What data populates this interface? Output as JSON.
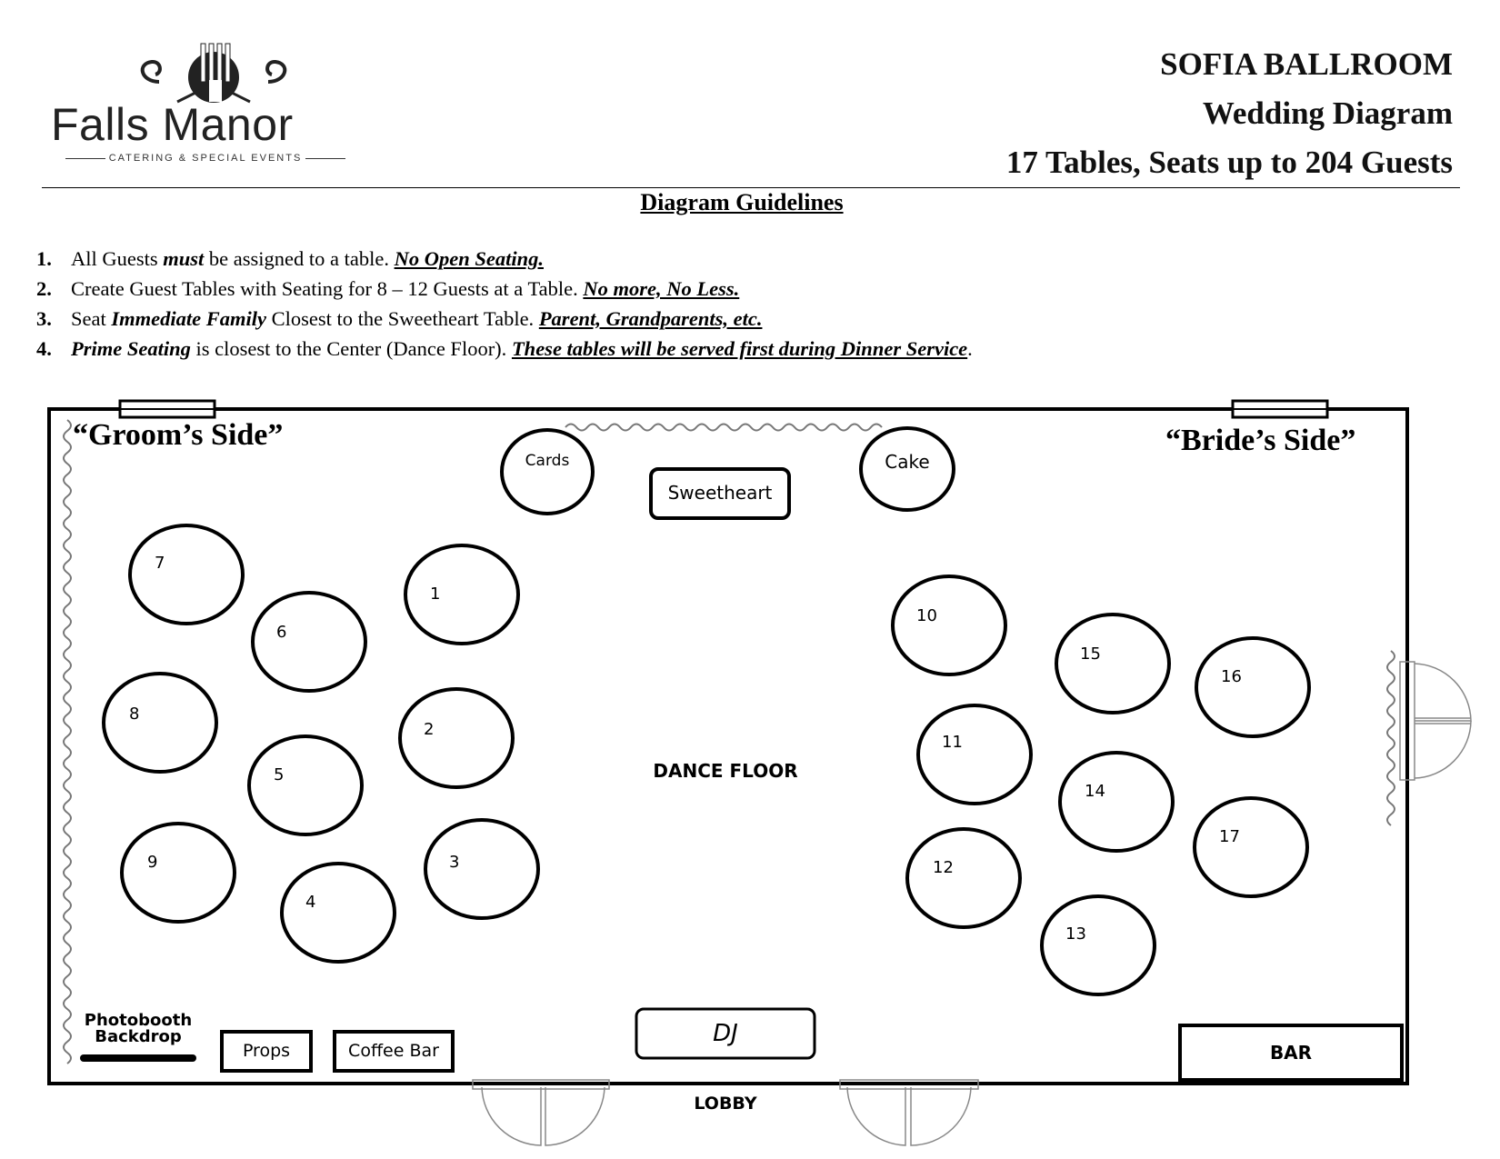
{
  "logo": {
    "name": "Falls Manor",
    "tagline": "CATERING & SPECIAL EVENTS"
  },
  "header": {
    "venue": "SOFIA BALLROOM",
    "subtitle": "Wedding Diagram",
    "capacity": "17 Tables, Seats up to 204 Guests"
  },
  "guidelines": {
    "heading": "Diagram Guidelines",
    "items": [
      {
        "num": "1.",
        "parts": [
          "All Guests ",
          "must",
          " be assigned to a table. ",
          "No Open Seating."
        ]
      },
      {
        "num": "2.",
        "parts": [
          "Create Guest Tables with Seating for 8 – 12 Guests at a Table. ",
          "No more, No Less."
        ]
      },
      {
        "num": "3.",
        "parts": [
          "Seat ",
          "Immediate Family",
          " Closest to the Sweetheart Table. ",
          "Parent, Grandparents, etc."
        ]
      },
      {
        "num": "4.",
        "parts": [
          "",
          "Prime Seating",
          " is closest to the Center (Dance Floor). ",
          "These tables will be served first during Dinner Service",
          "."
        ]
      }
    ]
  },
  "floorplan": {
    "groom_side": "“Groom’s Side”",
    "bride_side": "“Bride’s Side”",
    "cards": "Cards",
    "cake": "Cake",
    "sweetheart": "Sweetheart",
    "dance_floor": "DANCE FLOOR",
    "dj": "DJ",
    "bar": "BAR",
    "lobby": "LOBBY",
    "props": "Props",
    "coffee_bar": "Coffee Bar",
    "photobooth_line1": "Photobooth",
    "photobooth_line2": "Backdrop",
    "tables": [
      "1",
      "2",
      "3",
      "4",
      "5",
      "6",
      "7",
      "8",
      "9",
      "10",
      "11",
      "12",
      "13",
      "14",
      "15",
      "16",
      "17"
    ]
  },
  "colors": {
    "ink": "#000000",
    "door": "#888888"
  }
}
